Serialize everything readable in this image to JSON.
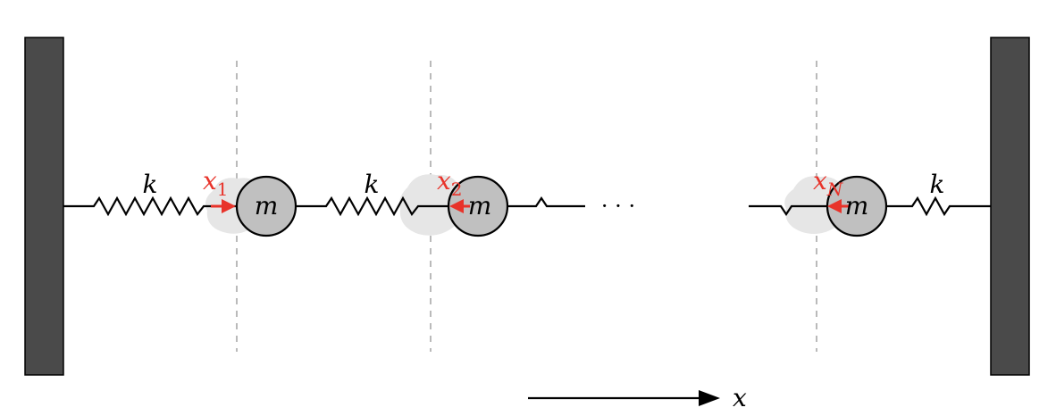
{
  "labels": {
    "spring_constant": "k",
    "mass": "m",
    "ellipsis": "· · ·",
    "axis": "x",
    "disp1_base": "x",
    "disp1_sub": "1",
    "disp2_base": "x",
    "disp2_sub": "2",
    "dispN_base": "x",
    "dispN_sub": "N"
  },
  "colors": {
    "wall": "#4a4a4a",
    "mass_fill": "#c0c0c0",
    "displacement": "#e8332a",
    "blur": "#e6e6e6",
    "equilibrium_line": "#8c8c8c",
    "stroke": "#000000"
  }
}
